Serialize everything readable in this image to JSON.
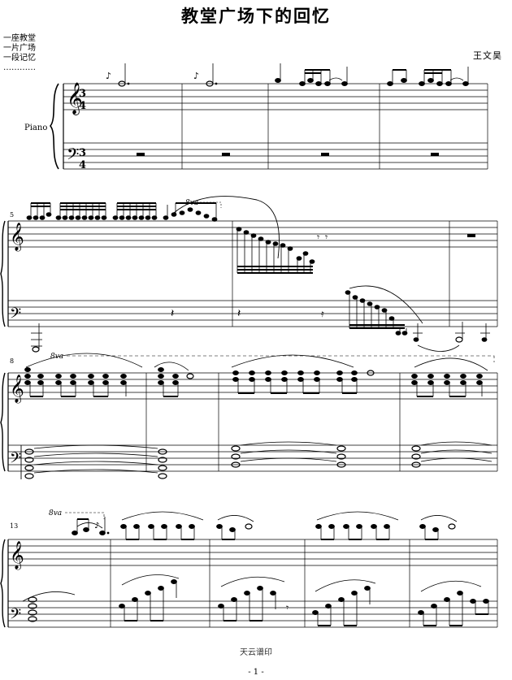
{
  "page": {
    "title": "教堂广场下的回忆",
    "epigraph": [
      "一座教堂",
      "一片广场",
      "一段记忆",
      "…………"
    ],
    "composer": "王文昊",
    "instrument": "Piano",
    "footer": "天云谱印",
    "page_number": "- 1 -"
  },
  "score": {
    "time_signature": "3/4",
    "measure_numbers": [
      "5",
      "8",
      "13"
    ],
    "octave_marks": [
      "8va",
      "8va",
      "8va"
    ]
  }
}
